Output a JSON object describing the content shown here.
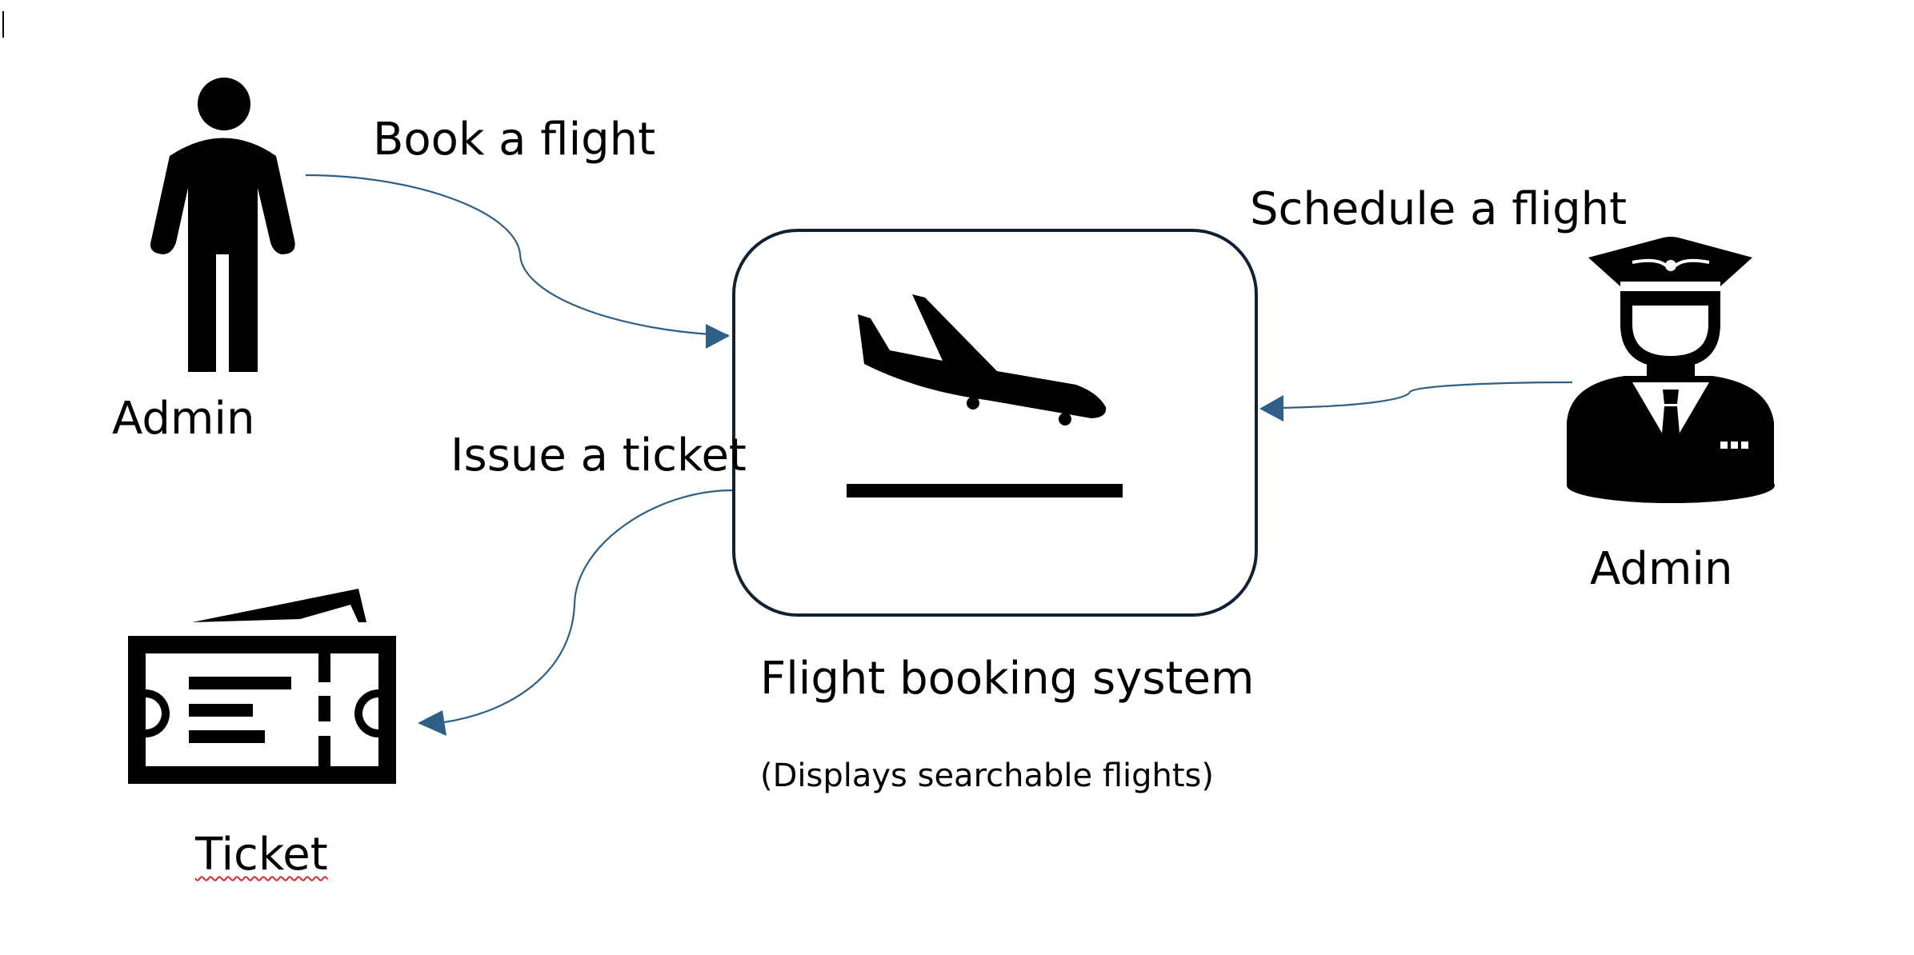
{
  "labels": {
    "book_flight": "Book a flight",
    "schedule_flight": "Schedule a flight",
    "issue_ticket": "Issue a ticket",
    "admin_left": "Admin",
    "admin_right": "Admin",
    "ticket": "Ticket",
    "system_title": "Flight booking system",
    "system_subtitle": "(Displays searchable flights)"
  },
  "icons": [
    "person-icon",
    "airplane-takeoff-icon",
    "pilot-icon",
    "ticket-icon"
  ],
  "colors": {
    "arrow": "#2e5f87",
    "ink": "#000000",
    "box_border": "#0f2233"
  }
}
